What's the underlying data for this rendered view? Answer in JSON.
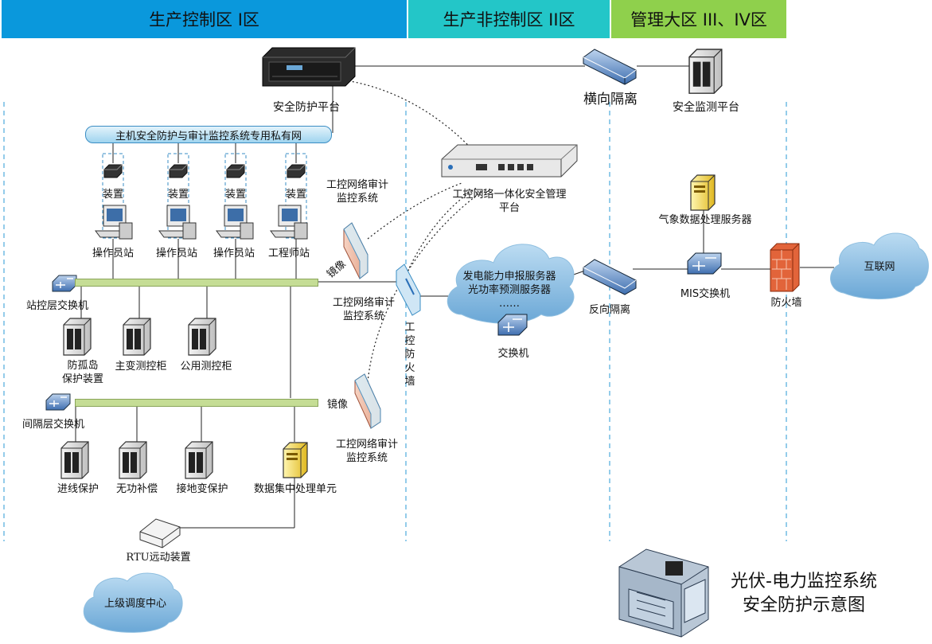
{
  "zones": {
    "zone1": {
      "label": "生产控制区  I区",
      "color": "#0a98dc"
    },
    "zone2": {
      "label": "生产非控制区 II区",
      "color": "#23c6c8"
    },
    "zone3": {
      "label": "管理大区 III、IV区",
      "color": "#8fd04c"
    }
  },
  "labels": {
    "security_platform": "安全防护平台",
    "horizontal_isolation": "横向隔离",
    "security_monitor": "安全监测平台",
    "private_network": "主机安全防护与审计监控系统专用私有网",
    "device": "装置",
    "operator_station": "操作员站",
    "engineer_station": "工程师站",
    "audit_system_1": "工控网络审计\n监控系统",
    "integrated_platform": "工控网络一体化安全管理\n平台",
    "weather_server": "气象数据处理服务器",
    "mirror": "镜像",
    "station_switch": "站控层交换机",
    "audit_system_2": "工控网络审计\n监控系统",
    "ics_firewall": "工\n控\n防\n火\n墙",
    "cloud_servers": "发电能力申报服务器\n光功率预测服务器\n……",
    "switch": "交换机",
    "reverse_isolation": "反向隔离",
    "mis_switch": "MIS交换机",
    "firewall": "防火墙",
    "internet": "互联网",
    "anti_islanding": "防孤岛\n保护装置",
    "main_transformer": "主变测控柜",
    "public_cabinet": "公用测控柜",
    "bay_switch": "间隔层交换机",
    "audit_system_3": "工控网络审计\n监控系统",
    "line_protection": "进线保护",
    "reactive_comp": "无功补偿",
    "grounding_protection": "接地变保护",
    "data_unit": "数据集中处理单元",
    "rtu": "RTU远动装置",
    "dispatch_center": "上级调度中心",
    "diagram_title": "光伏-电力监控系统\n安全防护示意图"
  }
}
